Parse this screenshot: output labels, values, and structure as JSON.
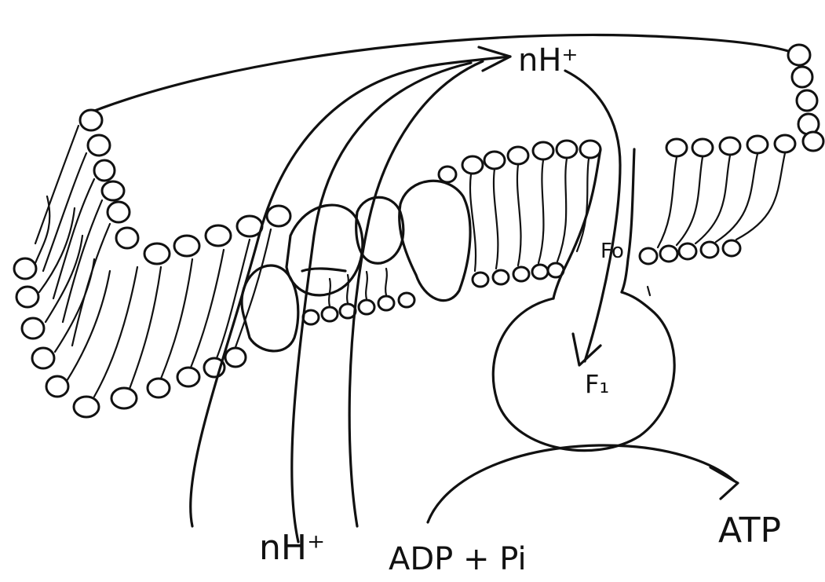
{
  "labels": {
    "proton_top": "nH⁺",
    "proton_bottom": "nH⁺",
    "fo": "Fo",
    "f1": "F₁",
    "adp": "ADP + Pi",
    "atp": "ATP"
  }
}
